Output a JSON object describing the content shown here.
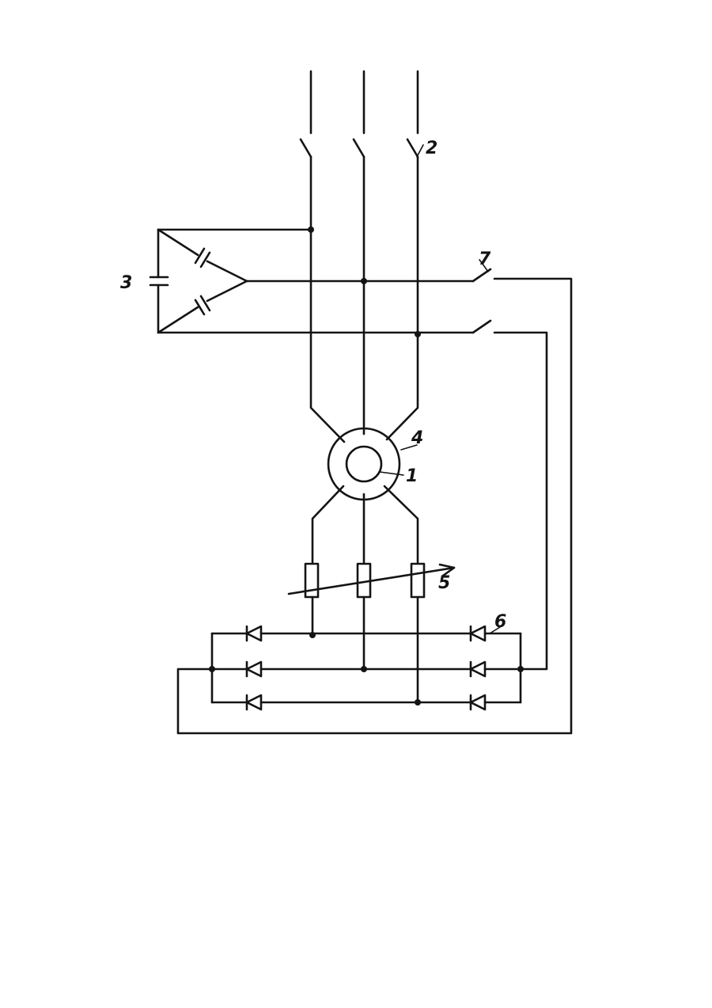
{
  "diagram": {
    "labels": {
      "rotor": "1",
      "mains_switch": "2",
      "capacitor_bank": "3",
      "stator": "4",
      "rheostat": "5",
      "rectifier": "6",
      "braking_switch": "7"
    },
    "colors": {
      "ink": "#141414",
      "paper": "#ffffff"
    }
  }
}
